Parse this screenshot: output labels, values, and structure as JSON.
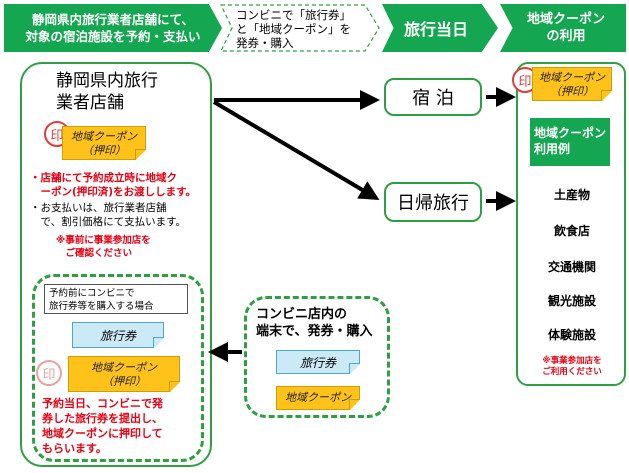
{
  "header": {
    "step1": "静岡県内旅行業者店舗にて、\n対象の宿泊施設を予約・支払い",
    "step2": "コンビニで「旅行券」\nと「地域クーポン」を\n発券・購入",
    "step3": "旅行当日",
    "step4": "地域クーポン\nの利用"
  },
  "store": {
    "title": "静岡県内旅行\n業者店舗",
    "stamp": "印",
    "coupon": "地域クーポン\n（押印）",
    "note1": "・店舗にて予約成立時に地域ク\n　ーポン(押印済)をお渡しします。",
    "note2": "・お支払いは、旅行業者店舗\n　で、割引価格にて支払います。",
    "note3": "※事前に事業参加店を\n　ご確認ください"
  },
  "convenience_case": {
    "label": "予約前にコンビニで\n旅行券等を購入する場合",
    "ticket": "旅行券",
    "stamp": "印",
    "coupon": "地域クーポン\n（押印）",
    "note": "予約当日、コンビニで発\n券した旅行券を提出し、\n地域クーポンに押印して\nもらいます。"
  },
  "convenience_terminal": {
    "title": "コンビニ店内の\n端末で、発券・購入",
    "ticket": "旅行券",
    "coupon": "地域クーポン"
  },
  "nodes": {
    "stay": "宿 泊",
    "daytrip": "日帰旅行"
  },
  "usage": {
    "stamp": "印",
    "coupon": "地域クーポン\n（押印）",
    "examples_title": "地域クーポン\n利用例",
    "items": [
      "土産物",
      "飲食店",
      "交通機関",
      "観光施設",
      "体験施設"
    ],
    "note": "※事業参加店を\nご利用ください"
  }
}
